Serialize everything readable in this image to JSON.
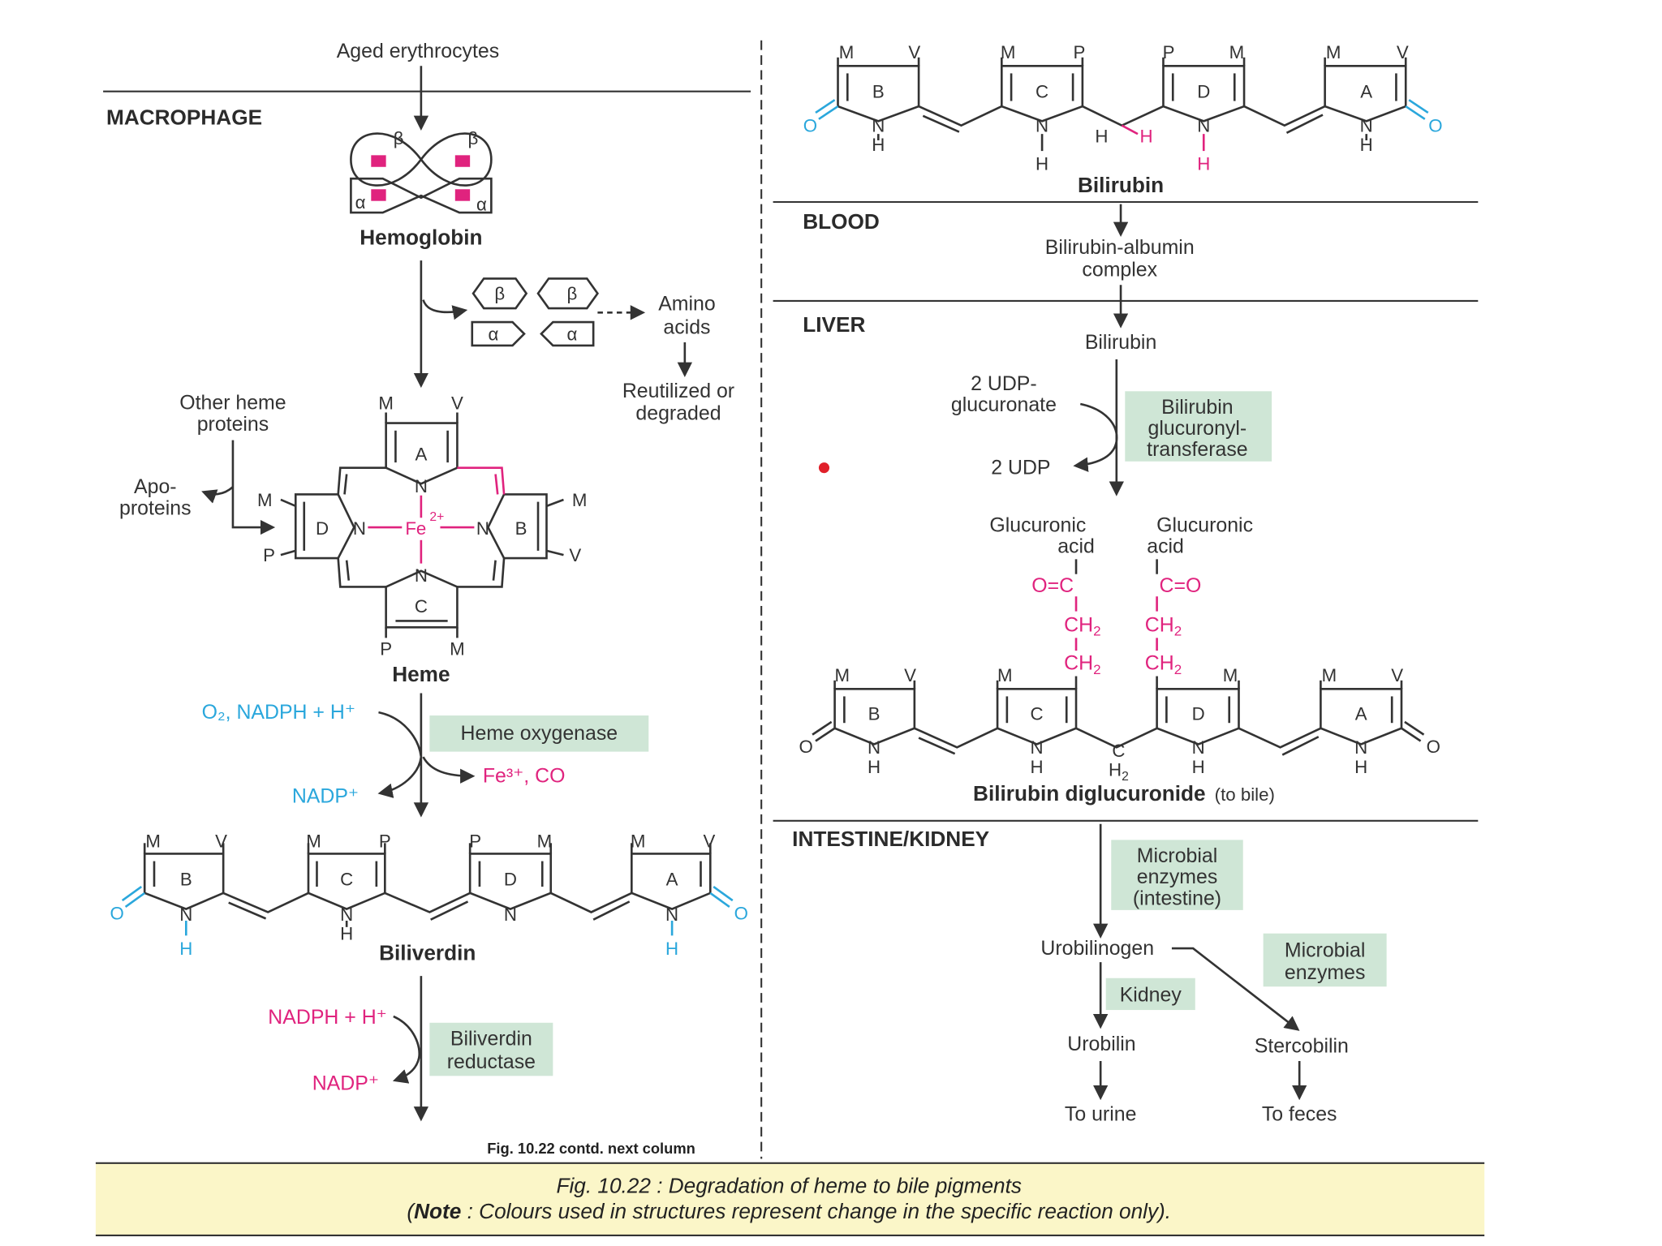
{
  "diagram": {
    "top_input": "Aged erythrocytes",
    "sections": {
      "macrophage": "MACROPHAGE",
      "blood": "BLOOD",
      "liver": "LIVER",
      "intestine_kidney": "INTESTINE/KIDNEY"
    },
    "hemoglobin": {
      "label": "Hemoglobin",
      "beta": "β",
      "alpha": "α"
    },
    "globin_breakdown": {
      "amino_acids": [
        "Amino",
        "acids"
      ],
      "reutilized": [
        "Reutilized or",
        "degraded"
      ]
    },
    "heme": {
      "label": "Heme",
      "other_heme_proteins": [
        "Other heme",
        "proteins"
      ],
      "apoproteins": [
        "Apo-",
        "proteins"
      ],
      "iron": "Fe",
      "iron_charge": "2+",
      "rings": [
        "A",
        "B",
        "C",
        "D"
      ],
      "substituents": {
        "top_left": "M",
        "top_right": "V",
        "right_top": "M",
        "right_bottom": "V",
        "left_top": "M",
        "left_bottom": "P",
        "bottom_left": "P",
        "bottom_right": "M"
      },
      "nitrogen": "N"
    },
    "heme_oxygenase": {
      "enzyme": "Heme oxygenase",
      "input": "O₂, NADPH + H⁺",
      "output_cofactor": "NADP⁺",
      "products": "Fe³⁺, CO"
    },
    "biliverdin": {
      "label": "Biliverdin",
      "ring_order": [
        "B",
        "C",
        "D",
        "A"
      ],
      "substituents": [
        [
          "M",
          "V"
        ],
        [
          "M",
          "P"
        ],
        [
          "P",
          "M"
        ],
        [
          "M",
          "V"
        ]
      ],
      "oxygen": "O",
      "hydrogen": "H",
      "nitrogen": "N"
    },
    "biliverdin_reductase": {
      "enzyme": [
        "Biliverdin",
        "reductase"
      ],
      "input": "NADPH + H⁺",
      "output": "NADP⁺"
    },
    "continued_note": "Fig. 10.22 contd. next column",
    "bilirubin": {
      "label": "Bilirubin",
      "ring_order": [
        "B",
        "C",
        "D",
        "A"
      ],
      "substituents": [
        [
          "M",
          "V"
        ],
        [
          "M",
          "P"
        ],
        [
          "P",
          "M"
        ],
        [
          "M",
          "V"
        ]
      ]
    },
    "blood_complex": [
      "Bilirubin-albumin",
      "complex"
    ],
    "liver": {
      "bilirubin": "Bilirubin",
      "cosubstrate": [
        "2 UDP-",
        "glucuronate"
      ],
      "coproduct": "2 UDP",
      "enzyme": [
        "Bilirubin",
        "glucuronyl-",
        "transferase"
      ]
    },
    "diglucuronide": {
      "glucuronic_acid_left": [
        "Glucuronic",
        "acid"
      ],
      "glucuronic_acid_right": [
        "Glucuronic",
        "acid"
      ],
      "carbonyl_left": "O=C",
      "carbonyl_right": "C=O",
      "ch2": "CH",
      "ch2_sub": "2",
      "bridge": "C",
      "bridge_h": "H",
      "label": "Bilirubin diglucuronide",
      "label_note": "(to bile)",
      "ring_order": [
        "B",
        "C",
        "D",
        "A"
      ],
      "substituents": [
        [
          "M",
          "V"
        ],
        [
          "M",
          ""
        ],
        [
          "",
          "M"
        ],
        [
          "M",
          "V"
        ]
      ]
    },
    "intestine": {
      "microbial_enzymes_intestine": [
        "Microbial",
        "enzymes",
        "(intestine)"
      ],
      "urobilinogen": "Urobilinogen",
      "kidney": "Kidney",
      "microbial_enzymes": [
        "Microbial",
        "enzymes"
      ],
      "urobilin": "Urobilin",
      "stercobilin": "Stercobilin",
      "to_urine": "To urine",
      "to_feces": "To feces"
    },
    "caption": {
      "line1": "Fig. 10.22 : Degradation of heme to bile pigments",
      "note_bold": "Note",
      "line2": " : Colours used in structures represent change in the specific reaction only)."
    }
  },
  "colors": {
    "enzyme_box": "#cfe6d6",
    "highlight_pink": "#e0237e",
    "highlight_blue": "#2aa7dc",
    "caption_band": "#fbf6c8",
    "hemoglobin_heme": "#e0237e",
    "red_dot": "#e0202a"
  },
  "icons": [
    "arrow-down-icon",
    "red-dot-icon"
  ]
}
